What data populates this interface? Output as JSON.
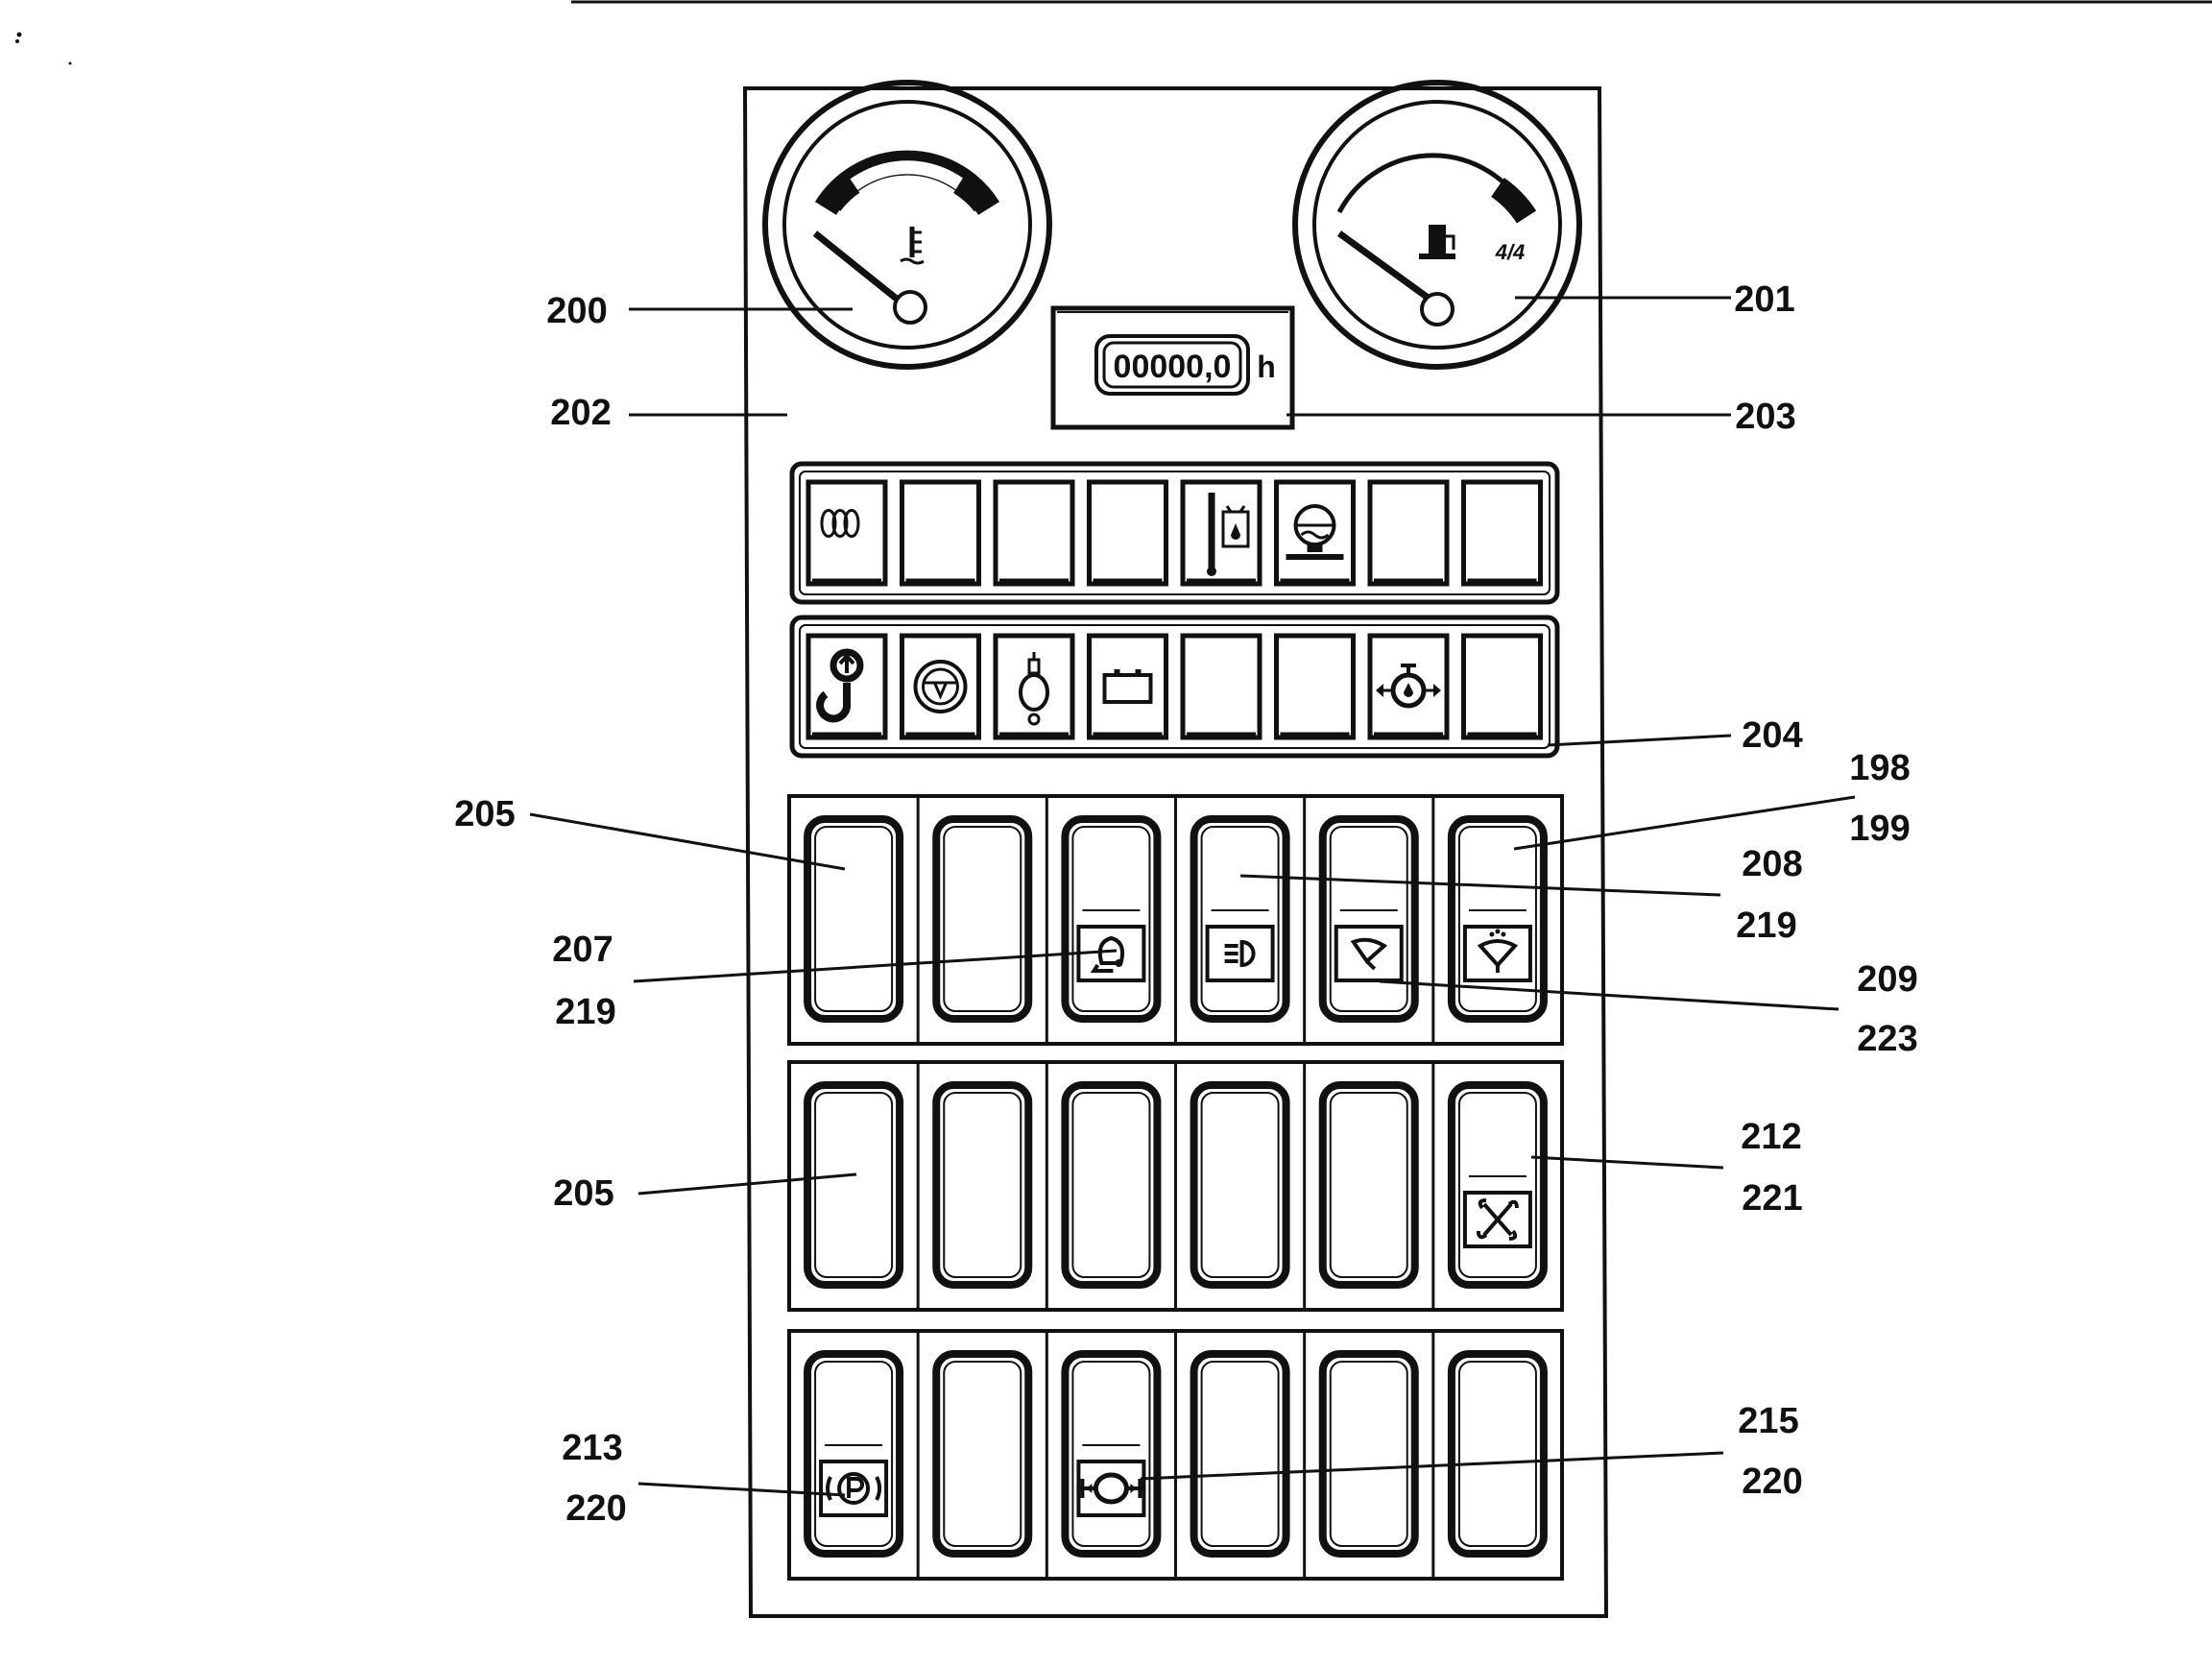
{
  "figure": {
    "type": "instrument-panel-diagram",
    "hour_meter": {
      "reading": "00000,0",
      "unit": "h"
    },
    "fuel_gauge": {
      "full_mark": "4/4"
    },
    "callouts": {
      "c200": "200",
      "c201": "201",
      "c202": "202",
      "c203": "203",
      "c204": "204",
      "c205a": "205",
      "c198": "198",
      "c199": "199",
      "c208": "208",
      "c219b": "219",
      "c207": "207",
      "c219a": "219",
      "c209": "209",
      "c223": "223",
      "c205b": "205",
      "c212": "212",
      "c221": "221",
      "c213": "213",
      "c220a": "220",
      "c215": "215",
      "c220b": "220"
    },
    "warning_lights_row1": [
      "glow-plug-icon",
      "",
      "",
      "",
      "coolant-temp-icon",
      "transmission-oil-icon",
      "",
      ""
    ],
    "warning_lights_row2": [
      "crane-hook-icon",
      "steering-icon",
      "air-filter-icon",
      "battery-icon",
      "",
      "",
      "engine-oil-pressure-icon",
      ""
    ],
    "switch_row1": [
      "",
      "",
      "work-light-icon",
      "low-beam-icon",
      "wiper-icon",
      "washer-icon"
    ],
    "switch_row2": [
      "",
      "",
      "",
      "",
      "",
      "fan-icon"
    ],
    "switch_row3": [
      "parking-brake-icon",
      "",
      "differential-lock-icon",
      "",
      "",
      ""
    ]
  }
}
